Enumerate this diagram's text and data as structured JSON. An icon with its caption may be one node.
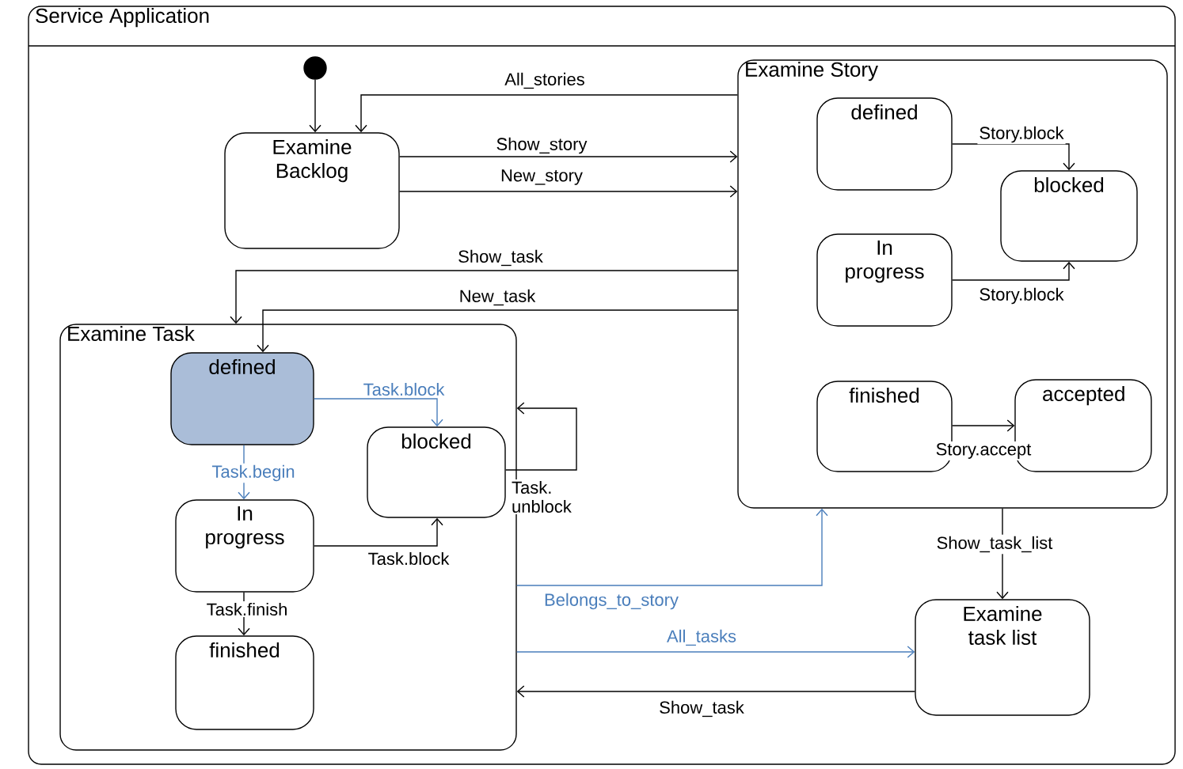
{
  "diagram": {
    "nodes": [
      {
        "text": [
          "Service Application"
        ]
      },
      {
        "text": [],
        "shape": "circle",
        "in": 0
      },
      {
        "text": [
          "Examine Backlog"
        ],
        "in": 0
      },
      {
        "text": [
          "Examine Story"
        ],
        "in": 0
      },
      {
        "text": [
          "defined"
        ],
        "in": 3
      },
      {
        "text": [
          "blocked"
        ],
        "in": 3
      },
      {
        "text": [
          "In progress"
        ],
        "in": 3
      },
      {
        "text": [
          "finished"
        ],
        "in": 3
      },
      {
        "text": [
          "accepted"
        ],
        "in": 3
      },
      {
        "text": [
          "Examine Task"
        ],
        "in": 0
      },
      {
        "text": [
          "defined"
        ],
        "in": 9
      },
      {
        "text": [
          "blocked"
        ],
        "in": 9
      },
      {
        "text": [
          "In progress"
        ],
        "in": 9
      },
      {
        "text": [
          "finished"
        ],
        "in": 9
      },
      {
        "text": [
          "Examine task list"
        ],
        "in": 0
      }
    ],
    "edges": [
      {
        "from": 1,
        "to": 2,
        "arrow": "to"
      },
      {
        "from": 3,
        "to": 2,
        "arrow": "to",
        "label": "All_stories"
      },
      {
        "from": 2,
        "to": 3,
        "arrow": "to",
        "label": "Show_story"
      },
      {
        "from": 2,
        "to": 3,
        "arrow": "to",
        "label": "New_story"
      },
      {
        "from": 3,
        "to": 9,
        "arrow": "to",
        "label": "Show_task"
      },
      {
        "from": 3,
        "to": 10,
        "arrow": "to",
        "label": "New_task"
      },
      {
        "from": 10,
        "to": 11,
        "arrow": "to",
        "label": "Task.block",
        "color": "#4a7ebb"
      },
      {
        "from": 10,
        "to": 12,
        "arrow": "to",
        "label": "Task.begin",
        "color": "#4a7ebb"
      },
      {
        "from": 12,
        "to": 11,
        "arrow": "to",
        "label": "Task.block"
      },
      {
        "from": 12,
        "to": 13,
        "arrow": "to",
        "label": "Task.finish"
      },
      {
        "from": 11,
        "to": 9,
        "arrow": "to",
        "label": "Task. unblock"
      },
      {
        "from": 4,
        "to": 5,
        "arrow": "to",
        "label": "Story.block"
      },
      {
        "from": 6,
        "to": 5,
        "arrow": "to",
        "label": "Story.block"
      },
      {
        "from": 7,
        "to": 8,
        "arrow": "to",
        "label": "Story.accept"
      },
      {
        "from": 9,
        "to": 3,
        "arrow": "to",
        "label": "Belongs_to_story",
        "color": "#4a7ebb"
      },
      {
        "from": 9,
        "to": 14,
        "arrow": "to",
        "label": "All_tasks",
        "color": "#4a7ebb"
      },
      {
        "from": 14,
        "to": 9,
        "arrow": "to",
        "label": "Show_task"
      },
      {
        "from": 3,
        "to": 14,
        "arrow": "to",
        "label": "Show_task_list"
      }
    ]
  }
}
